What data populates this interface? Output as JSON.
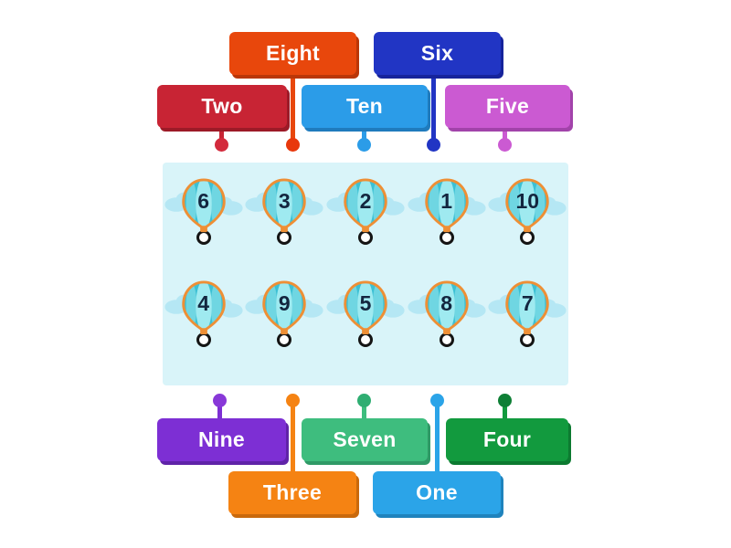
{
  "board": {
    "background_color": "#d9f4f9",
    "target_circle_color": "#ffffff",
    "target_circle_border": "#141414"
  },
  "icons": {
    "balloon": "hot-air-balloon-icon",
    "cloud": "cloud-icon"
  },
  "labels": [
    {
      "id": "eight",
      "text": "Eight",
      "color": "#e8470c",
      "shadow": "#ba3608",
      "dot_color": "#e8380c",
      "position": "top"
    },
    {
      "id": "six",
      "text": "Six",
      "color": "#2135c4",
      "shadow": "#16239b",
      "dot_color": "#2135c4",
      "position": "top"
    },
    {
      "id": "two",
      "text": "Two",
      "color": "#c82434",
      "shadow": "#9c1a27",
      "dot_color": "#d32a3c",
      "position": "top"
    },
    {
      "id": "ten",
      "text": "Ten",
      "color": "#2b9ce8",
      "shadow": "#1f7bbd",
      "dot_color": "#2b9ce8",
      "position": "top"
    },
    {
      "id": "five",
      "text": "Five",
      "color": "#cb5ad2",
      "shadow": "#a243aa",
      "dot_color": "#cb5ad2",
      "position": "top"
    },
    {
      "id": "nine",
      "text": "Nine",
      "color": "#7d2fd4",
      "shadow": "#6023a8",
      "dot_color": "#8838d8",
      "position": "bottom"
    },
    {
      "id": "seven",
      "text": "Seven",
      "color": "#3ebd7e",
      "shadow": "#2f9a66",
      "dot_color": "#2fae72",
      "position": "bottom"
    },
    {
      "id": "four",
      "text": "Four",
      "color": "#129a3e",
      "shadow": "#0c7a30",
      "dot_color": "#0e7f35",
      "position": "bottom"
    },
    {
      "id": "three",
      "text": "Three",
      "color": "#f58313",
      "shadow": "#c9690c",
      "dot_color": "#f58313",
      "position": "bottom"
    },
    {
      "id": "one",
      "text": "One",
      "color": "#2ba4e8",
      "shadow": "#1f83bd",
      "dot_color": "#2ba4e8",
      "position": "bottom"
    }
  ],
  "balloons": {
    "top": [
      "6",
      "3",
      "2",
      "1",
      "10"
    ],
    "bottom": [
      "4",
      "9",
      "5",
      "8",
      "7"
    ]
  }
}
